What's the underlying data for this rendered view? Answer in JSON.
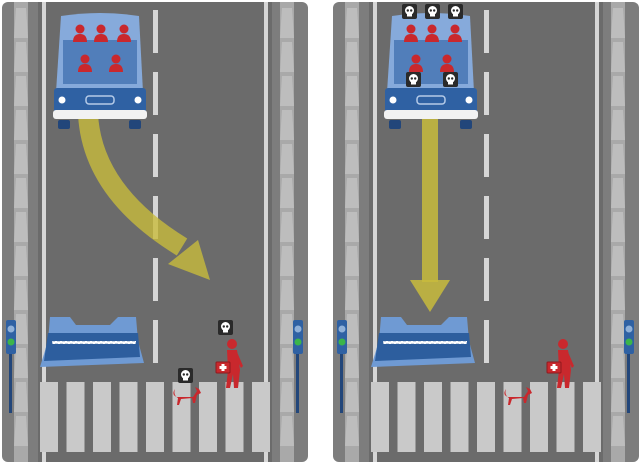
{
  "colors": {
    "road": "#6b6b6b",
    "shoulder": "#7d7d7d",
    "curb": "#bdbdbd",
    "lane_line": "#d6d6d6",
    "crosswalk": "#c9c9c9",
    "car_top": "#86aadb",
    "car_body": "#2f61a3",
    "barrier_light": "#6f9ad3",
    "barrier_dark": "#2d5e9e",
    "character": "#c9282d",
    "path_arrow": "#c8bb3c",
    "skull_bg": "#2a2a2a",
    "signal_green": "#3bb54a"
  },
  "scenarios": [
    {
      "id": "left",
      "choice": "swerve",
      "path": "curve-to-crosswalk",
      "passengers": [
        "girl",
        "elderly-man",
        "man",
        "man",
        "woman"
      ],
      "passengers_die": false,
      "pedestrians": [
        "cat",
        "female-doctor"
      ],
      "pedestrians_die": true,
      "icons": [
        "car-icon",
        "barrier-icon",
        "skull-icon",
        "cat-icon",
        "doctor-icon",
        "traffic-light-icon"
      ]
    },
    {
      "id": "right",
      "choice": "stay",
      "path": "straight-to-barrier",
      "passengers": [
        "girl",
        "elderly-man",
        "man",
        "man",
        "woman"
      ],
      "passengers_die": true,
      "pedestrians": [
        "cat",
        "female-doctor"
      ],
      "pedestrians_die": false,
      "icons": [
        "car-icon",
        "barrier-icon",
        "skull-icon",
        "cat-icon",
        "doctor-icon",
        "traffic-light-icon"
      ]
    }
  ]
}
